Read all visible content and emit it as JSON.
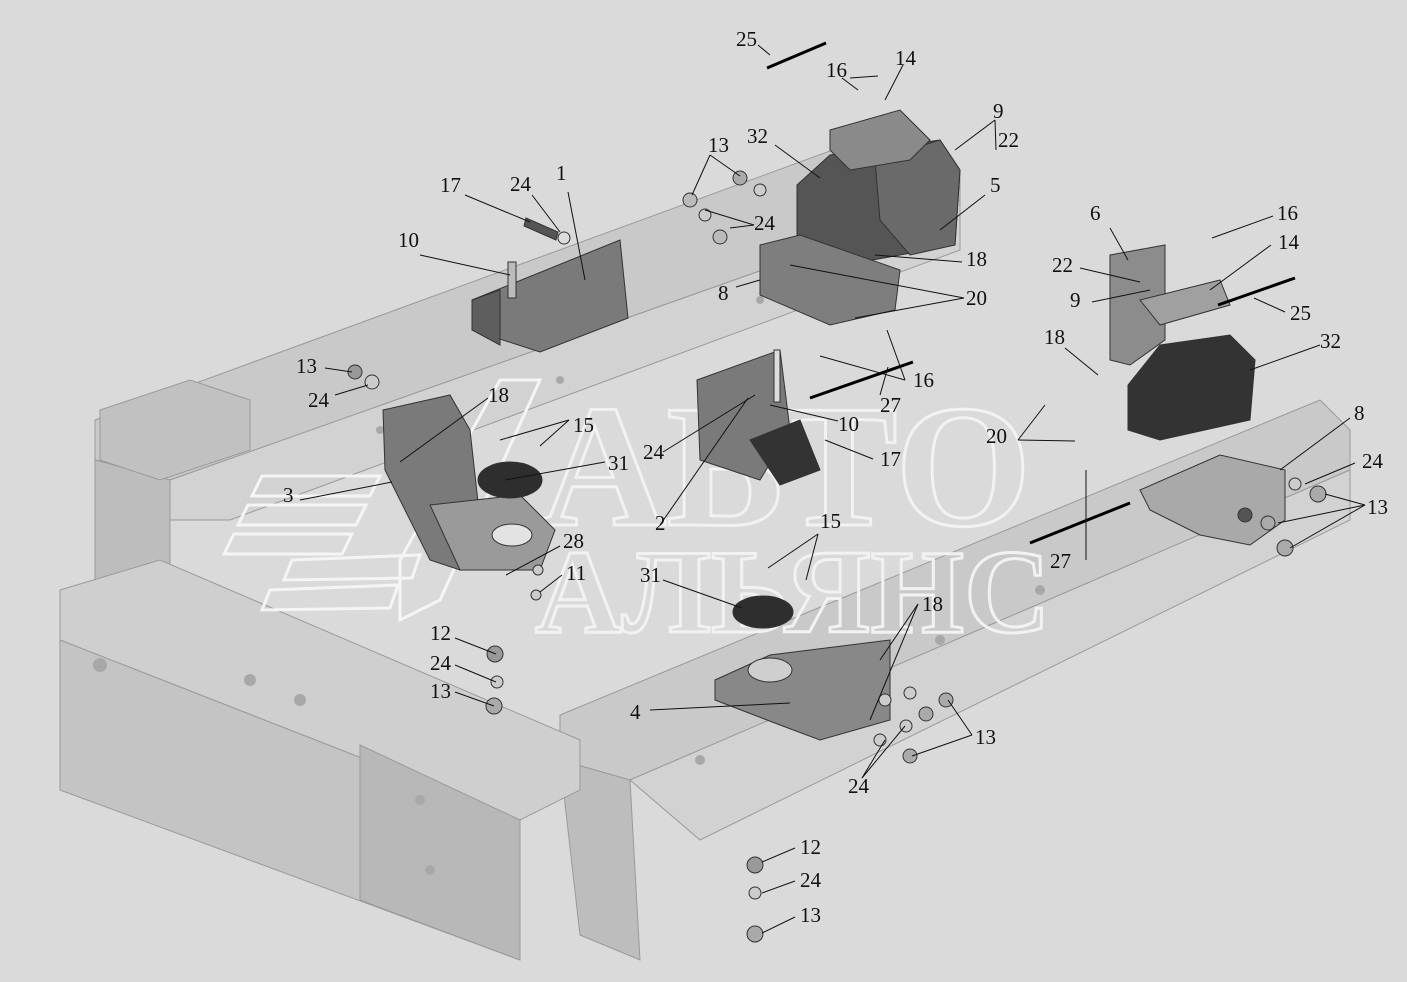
{
  "watermark": {
    "line1": "АВТО",
    "line2": "АЛЬЯНС"
  },
  "callouts": {
    "c25a": "25",
    "c16a": "16",
    "c14a": "14",
    "c9a": "9",
    "c22a": "22",
    "c32a": "32",
    "c5": "5",
    "c13a": "13",
    "c24a": "24",
    "c17a": "17",
    "c24b": "24",
    "c1": "1",
    "c10a": "10",
    "c18a": "18",
    "c8a": "8",
    "c20a": "20",
    "c6": "6",
    "c16b": "16",
    "c14b": "14",
    "c22b": "22",
    "c9b": "9",
    "c25b": "25",
    "c18b": "18",
    "c32b": "32",
    "c13b": "13",
    "c24c": "24",
    "c16c": "16",
    "c27a": "27",
    "c18c": "18",
    "c15a": "15",
    "c31a": "31",
    "c24d": "24",
    "c10b": "10",
    "c17b": "17",
    "c20b": "20",
    "c8b": "8",
    "c24e": "24",
    "c13c": "13",
    "c3": "3",
    "c2": "2",
    "c28": "28",
    "c11": "11",
    "c15b": "15",
    "c31b": "31",
    "c27b": "27",
    "c18d": "18",
    "c12a": "12",
    "c24f": "24",
    "c13d": "13",
    "c4": "4",
    "c13e": "13",
    "c24g": "24",
    "c12b": "12",
    "c24h": "24",
    "c13f": "13"
  }
}
